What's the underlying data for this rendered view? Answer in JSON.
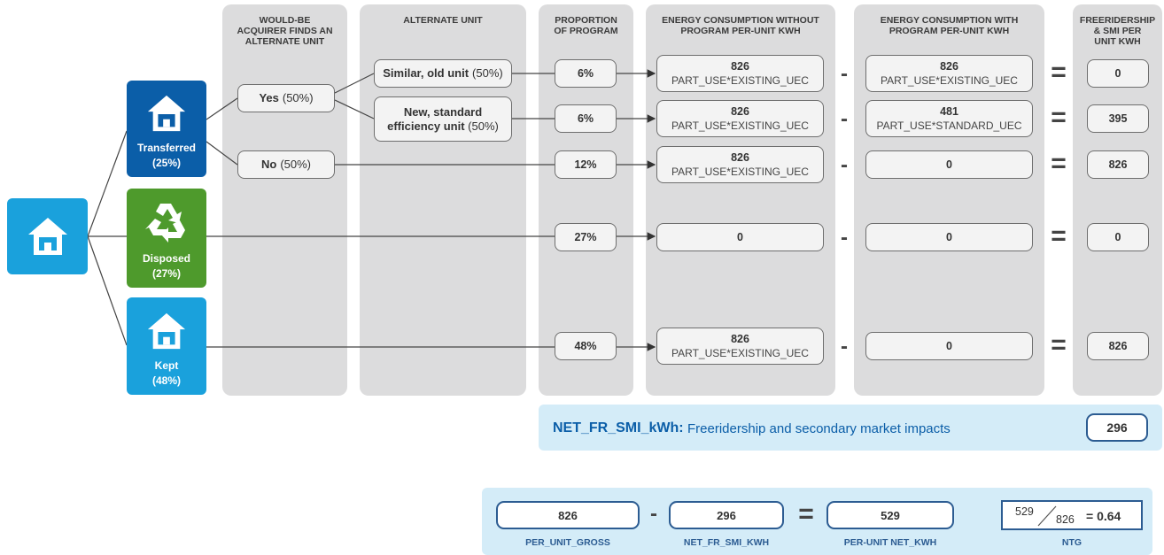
{
  "columns": {
    "acquirer": "WOULD-BE\nACQUIRER FINDS AN\nALTERNATE UNIT",
    "alternate": "ALTERNATE UNIT",
    "proportion": "PROPORTION\nOF PROGRAM",
    "without": "ENERGY CONSUMPTION WITHOUT\nPROGRAM PER-UNIT kWh",
    "with": "ENERGY CONSUMPTION WITH\nPROGRAM PER-UNIT kWh",
    "freeridership": "FREERIDERSHIP\n& SMI PER\nUNIT kWh"
  },
  "categories": {
    "transferred": {
      "label": "Transferred",
      "pct": "(25%)",
      "color": "#0b5ea8"
    },
    "disposed": {
      "label": "Disposed",
      "pct": "(27%)",
      "color": "#4e9a2c"
    },
    "kept": {
      "label": "Kept",
      "pct": "(48%)",
      "color": "#1aa1dc"
    }
  },
  "root_color": "#1aa1dc",
  "acquirer_nodes": {
    "yes": {
      "label": "Yes",
      "pct": "(50%)"
    },
    "no": {
      "label": "No",
      "pct": "(50%)"
    }
  },
  "alternate_nodes": {
    "similar": {
      "label": "Similar, old unit",
      "pct": "(50%)"
    },
    "new_line1": "New, standard",
    "new_line2": "efficiency unit",
    "new_pct": "(50%)"
  },
  "rows": [
    {
      "proportion": "6%",
      "without_val": "826",
      "without_sub": "PART_USE*EXISTING_UEC",
      "with_val": "826",
      "with_sub": "PART_USE*EXISTING_UEC",
      "result": "0"
    },
    {
      "proportion": "6%",
      "without_val": "826",
      "without_sub": "PART_USE*EXISTING_UEC",
      "with_val": "481",
      "with_sub": "PART_USE*STANDARD_UEC",
      "result": "395"
    },
    {
      "proportion": "12%",
      "without_val": "826",
      "without_sub": "PART_USE*EXISTING_UEC",
      "with_val": "0",
      "with_sub": "",
      "result": "826"
    },
    {
      "proportion": "27%",
      "without_val": "0",
      "without_sub": "",
      "with_val": "0",
      "with_sub": "",
      "result": "0"
    },
    {
      "proportion": "48%",
      "without_val": "826",
      "without_sub": "PART_USE*EXISTING_UEC",
      "with_val": "0",
      "with_sub": "",
      "result": "826"
    }
  ],
  "operators": {
    "minus": "-",
    "equals": "="
  },
  "net_panel": {
    "key": "NET_FR_SMI_kWh:",
    "desc": "Freeridership and secondary market impacts",
    "value": "296"
  },
  "bottom": {
    "gross_value": "826",
    "gross_label": "PER_UNIT_GROSS",
    "net_fr_value": "296",
    "net_fr_label": "NET_FR_SMI_kWh",
    "net_value": "529",
    "net_label": "PER-UNIT NET_kWh",
    "ntg_num": "529",
    "ntg_den": "826",
    "ntg_result": "= 0.64",
    "ntg_label": "NTG"
  },
  "accent_color": "#2c5c92"
}
